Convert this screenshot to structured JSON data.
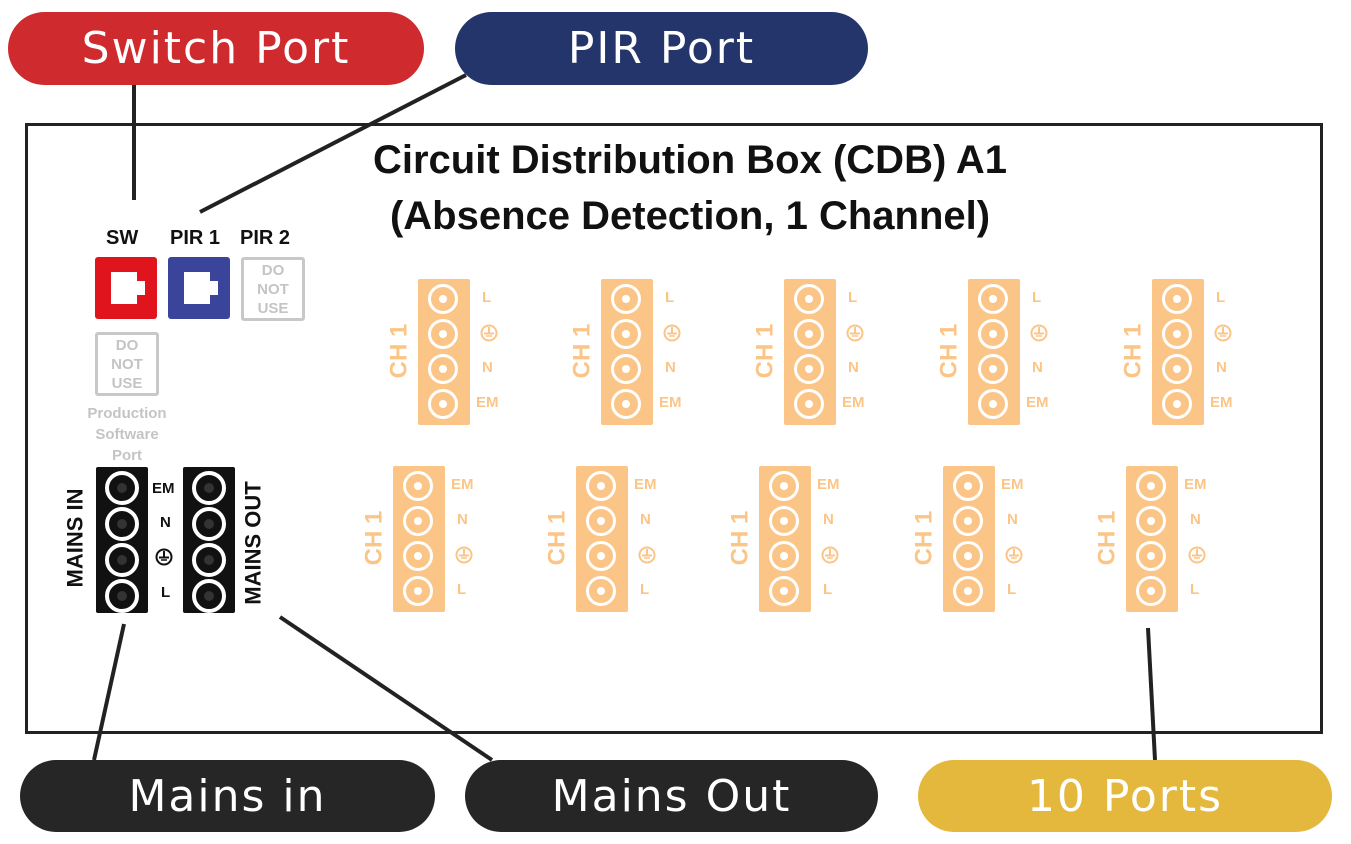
{
  "callouts": {
    "switch_port": {
      "label": "Switch Port",
      "color": "#cf2a2e"
    },
    "pir_port": {
      "label": "PIR Port",
      "color": "#24356b"
    },
    "mains_in": {
      "label": "Mains in",
      "color": "#262626"
    },
    "mains_out": {
      "label": "Mains Out",
      "color": "#262626"
    },
    "ten_ports": {
      "label": "10 Ports",
      "color": "#e3b83c"
    }
  },
  "box": {
    "title_line1": "Circuit Distribution Box (CDB) A1",
    "title_line2": "(Absence Detection, 1 Channel)"
  },
  "ports": {
    "sw_label": "SW",
    "pir1_label": "PIR 1",
    "pir2_label": "PIR 2",
    "sw_color": "#e0141c",
    "pir1_color": "#3a449a",
    "do_not_use": "DO NOT USE",
    "production_label": "Production Software Port"
  },
  "mains": {
    "in_label": "MAINS IN",
    "out_label": "MAINS OUT",
    "terminals": [
      "EM",
      "N",
      "earth",
      "L"
    ]
  },
  "outputs": {
    "channel_label": "CH 1",
    "top_row_terminals": [
      "L",
      "earth",
      "N",
      "EM"
    ],
    "bottom_row_terminals": [
      "EM",
      "N",
      "earth",
      "L"
    ],
    "count": 10,
    "color": "#fbc587"
  }
}
